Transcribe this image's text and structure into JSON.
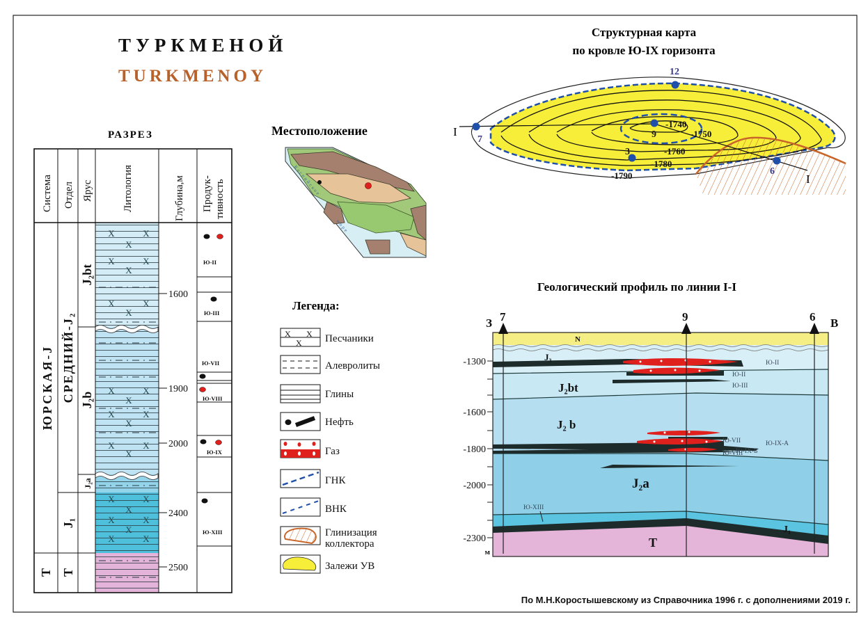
{
  "title": {
    "ru": "ТУРКМЕНОЙ",
    "en": "TURKMENOY"
  },
  "colors": {
    "title_en": "#b8612a",
    "yellow": "#f7ee3a",
    "well": "#1f4fa8",
    "fault": "#c8662a",
    "gas": "#e0201c",
    "oil": "#1c1c1c"
  },
  "section": {
    "title": "РАЗРЕЗ",
    "headers": {
      "system": "Система",
      "division": "Отдел",
      "stage": "Ярус",
      "lithology": "Литология",
      "depth": "Глубина,м",
      "productivity_1": "Продук-",
      "productivity_2": "тивность"
    },
    "system": {
      "jurassic": "ЮРСКАЯ-J",
      "triassic": "T"
    },
    "division": {
      "middle": "СРЕДНИЙ-J₂",
      "lower": "J₁",
      "triassic": "T"
    },
    "stage": {
      "bt": "J₂bt",
      "b": "J₂b",
      "a": "J₂a"
    },
    "depth_ticks": [
      "1600",
      "1900",
      "2000",
      "2400",
      "2500"
    ],
    "horizons": [
      "Ю-II",
      "Ю-III",
      "Ю-VII",
      "Ю-VIII",
      "Ю-IX",
      "Ю-XIII"
    ]
  },
  "location": {
    "title": "Местоположение",
    "sea_1": "Каспийское",
    "sea_2": "море"
  },
  "legend": {
    "title": "Легенда:",
    "items": [
      "Песчаники",
      "Алевролиты",
      "Глины",
      "Нефть",
      "Газ",
      "ГНК",
      "ВНК",
      "Глинизация",
      "коллектора",
      "Залежи УВ"
    ]
  },
  "structural_map": {
    "title_1": "Структурная карта",
    "title_2": "по кровле Ю-IX горизонта",
    "wells": [
      "12",
      "7",
      "9",
      "3",
      "6"
    ],
    "line_label": "I",
    "contours": [
      "-1740",
      "-1750",
      "-1760",
      "-1780",
      "-1790"
    ]
  },
  "profile": {
    "title": "Геологический профиль по линии I-I",
    "west": "З",
    "east": "В",
    "wells": [
      "7",
      "9",
      "6"
    ],
    "depths": [
      "-1300",
      "-1600",
      "-1800",
      "-2000",
      "-2300"
    ],
    "unit": "м",
    "layers": {
      "N": "N",
      "J3": "J₃",
      "J2bt": "J₂bt",
      "J2b": "J₂ b",
      "J2a": "J₂a",
      "J1": "J₁",
      "T": "T"
    },
    "horizons": [
      "Ю-II",
      "Ю-II",
      "Ю-III",
      "Ю-VII",
      "Ю-VIII",
      "Ю-IX-А",
      "Ю-IX-Б",
      "Ю-XIII"
    ]
  },
  "footer": "По М.Н.Коростышевскому из Справочника 1996 г. с дополнениями 2019 г."
}
